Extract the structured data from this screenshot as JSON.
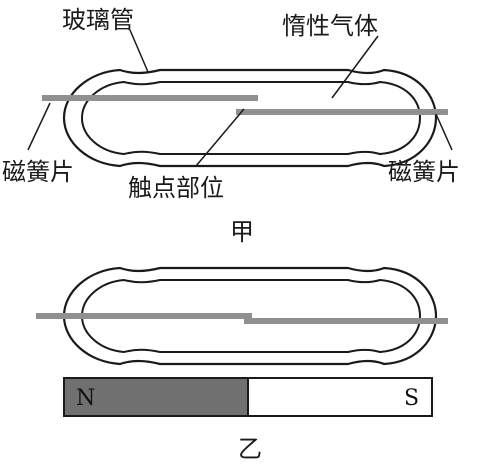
{
  "figure_a": {
    "labels": {
      "glass_tube": "玻璃管",
      "inert_gas": "惰性气体",
      "reed_left": "磁簧片",
      "contact": "触点部位",
      "reed_right": "磁簧片"
    },
    "caption": "甲"
  },
  "figure_b": {
    "magnet": {
      "north": "N",
      "south": "S"
    },
    "caption": "乙"
  },
  "colors": {
    "line": "#1a1a1a",
    "reed": "#909090",
    "magnet_north": "#707070",
    "magnet_south": "#ffffff"
  }
}
